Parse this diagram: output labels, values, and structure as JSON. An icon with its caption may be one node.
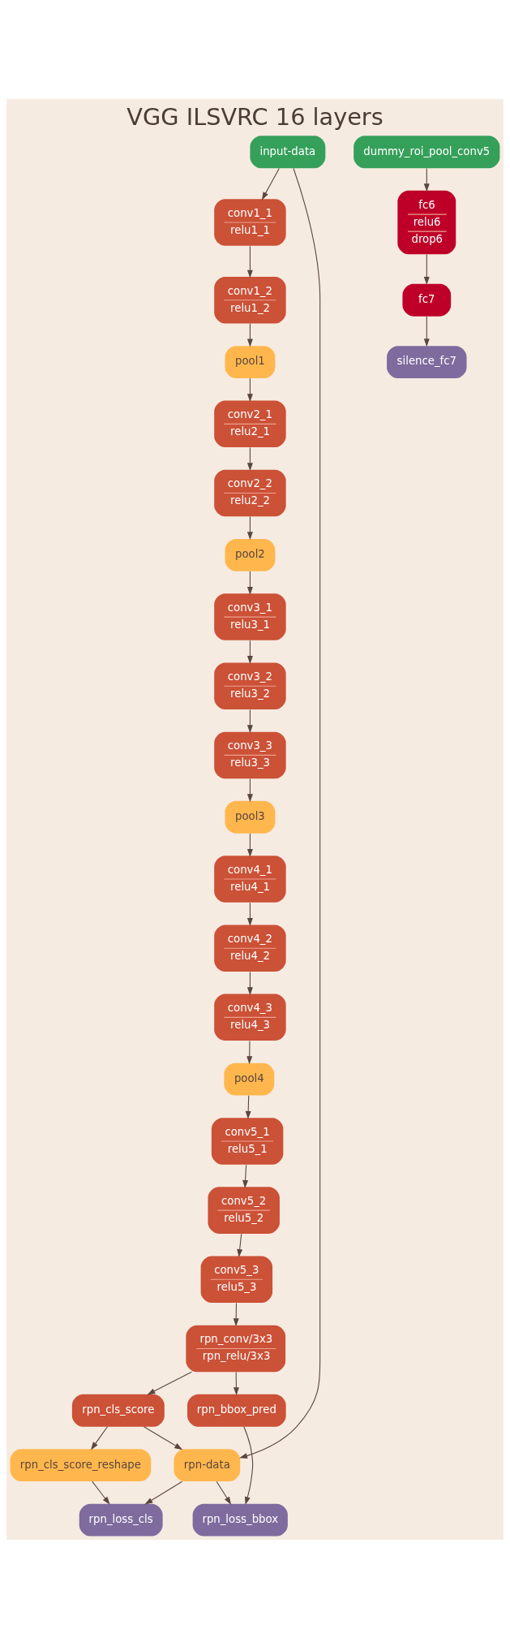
{
  "diagram": {
    "title": "VGG ILSVRC 16 layers",
    "nodes": [
      {
        "text": [
          "input-data"
        ]
      },
      {
        "text": [
          "dummy_roi_pool_conv5"
        ]
      },
      {
        "text": [
          "conv1_1",
          "relu1_1"
        ]
      },
      {
        "text": [
          "fc6",
          "relu6",
          "drop6"
        ]
      },
      {
        "text": [
          "conv1_2",
          "relu1_2"
        ]
      },
      {
        "text": [
          "fc7"
        ]
      },
      {
        "text": [
          "pool1"
        ]
      },
      {
        "text": [
          "silence_fc7"
        ]
      },
      {
        "text": [
          "conv2_1",
          "relu2_1"
        ]
      },
      {
        "text": [
          "conv2_2",
          "relu2_2"
        ]
      },
      {
        "text": [
          "pool2"
        ]
      },
      {
        "text": [
          "conv3_1",
          "relu3_1"
        ]
      },
      {
        "text": [
          "conv3_2",
          "relu3_2"
        ]
      },
      {
        "text": [
          "conv3_3",
          "relu3_3"
        ]
      },
      {
        "text": [
          "pool3"
        ]
      },
      {
        "text": [
          "conv4_1",
          "relu4_1"
        ]
      },
      {
        "text": [
          "conv4_2",
          "relu4_2"
        ]
      },
      {
        "text": [
          "conv4_3",
          "relu4_3"
        ]
      },
      {
        "text": [
          "pool4"
        ]
      },
      {
        "text": [
          "conv5_1",
          "relu5_1"
        ]
      },
      {
        "text": [
          "conv5_2",
          "relu5_2"
        ]
      },
      {
        "text": [
          "conv5_3",
          "relu5_3"
        ]
      },
      {
        "text": [
          "rpn_conv/3x3",
          "rpn_relu/3x3"
        ]
      },
      {
        "text": [
          "rpn_cls_score"
        ]
      },
      {
        "text": [
          "rpn_cls_score_reshape"
        ]
      },
      {
        "text": [
          "rpn_bbox_pred"
        ]
      },
      {
        "text": [
          "rpn-data"
        ]
      },
      {
        "text": [
          "rpn_loss_cls"
        ]
      },
      {
        "text": [
          "rpn_loss_bbox"
        ]
      }
    ],
    "edges": [
      {
        "from": 0,
        "to": 2,
        "arrow": "to"
      },
      {
        "from": 2,
        "to": 4,
        "arrow": "to"
      },
      {
        "from": 4,
        "to": 6,
        "arrow": "to"
      },
      {
        "from": 6,
        "to": 8,
        "arrow": "to"
      },
      {
        "from": 8,
        "to": 9,
        "arrow": "to"
      },
      {
        "from": 9,
        "to": 10,
        "arrow": "to"
      },
      {
        "from": 10,
        "to": 11,
        "arrow": "to"
      },
      {
        "from": 11,
        "to": 12,
        "arrow": "to"
      },
      {
        "from": 12,
        "to": 13,
        "arrow": "to"
      },
      {
        "from": 13,
        "to": 14,
        "arrow": "to"
      },
      {
        "from": 14,
        "to": 15,
        "arrow": "to"
      },
      {
        "from": 15,
        "to": 16,
        "arrow": "to"
      },
      {
        "from": 16,
        "to": 17,
        "arrow": "to"
      },
      {
        "from": 17,
        "to": 18,
        "arrow": "to"
      },
      {
        "from": 18,
        "to": 19,
        "arrow": "to"
      },
      {
        "from": 19,
        "to": 20,
        "arrow": "to"
      },
      {
        "from": 20,
        "to": 21,
        "arrow": "to"
      },
      {
        "from": 21,
        "to": 22,
        "arrow": "to"
      },
      {
        "from": 22,
        "to": 23,
        "arrow": "to"
      },
      {
        "from": 22,
        "to": 25,
        "arrow": "to"
      },
      {
        "from": 23,
        "to": 24,
        "arrow": "to"
      },
      {
        "from": 23,
        "to": 26,
        "arrow": "to"
      },
      {
        "from": 0,
        "to": 26,
        "arrow": "to"
      },
      {
        "from": 24,
        "to": 27,
        "arrow": "to"
      },
      {
        "from": 26,
        "to": 27,
        "arrow": "to"
      },
      {
        "from": 25,
        "to": 28,
        "arrow": "to"
      },
      {
        "from": 26,
        "to": 28,
        "arrow": "to"
      },
      {
        "from": 1,
        "to": 3,
        "arrow": "to"
      },
      {
        "from": 3,
        "to": 5,
        "arrow": "to"
      },
      {
        "from": 5,
        "to": 7,
        "arrow": "to"
      }
    ]
  }
}
